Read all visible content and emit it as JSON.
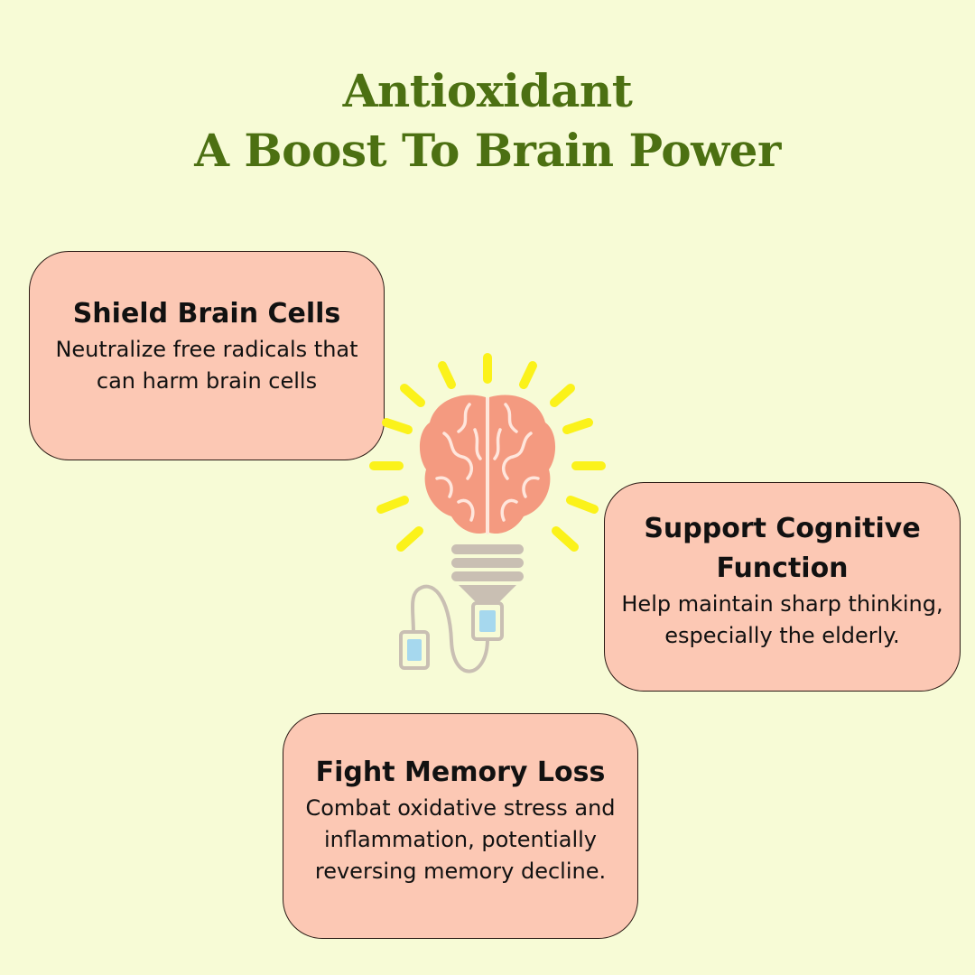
{
  "header": {
    "line1": "Antioxidant",
    "line2": "A Boost To Brain Power"
  },
  "cards": [
    {
      "title": "Shield Brain Cells",
      "description": "Neutralize free radicals that\ncan harm brain cells"
    },
    {
      "title": "Support Cognitive\nFunction",
      "description": "Help maintain sharp thinking,\nespecially the elderly."
    },
    {
      "title": "Fight Memory Loss",
      "description": "Combat oxidative stress and\ninflammation, potentially\nreversing memory decline."
    }
  ],
  "illustration": {
    "icon": "brain-lightbulb-icon",
    "colors": {
      "rays": "#fbf21a",
      "brain": "#f49a80",
      "brain_lines": "#ffe6dc",
      "bulb_base": "#c9bfb3",
      "plug_tip": "#a6d8ee"
    }
  },
  "colors": {
    "background": "#f7fbd6",
    "title": "#4c7012",
    "card_fill": "#fcc8b4",
    "card_border": "#2a1a14",
    "text": "#111111"
  }
}
